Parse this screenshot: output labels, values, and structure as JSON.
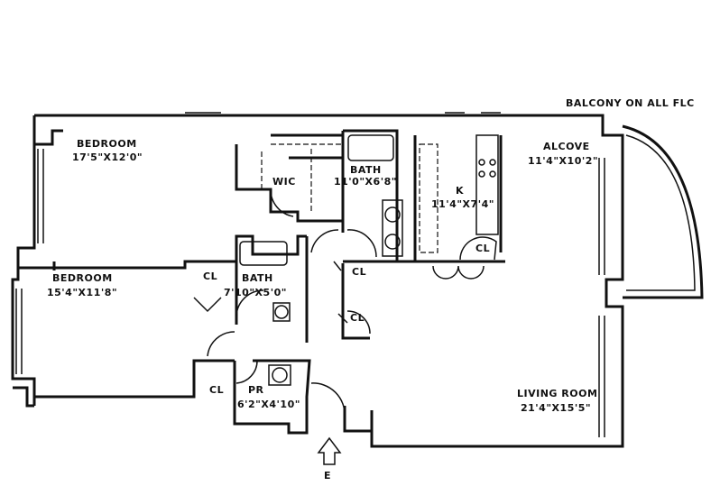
{
  "balcony_note": "BALCONY ON ALL FLC",
  "rooms": {
    "bedroom1": {
      "name": "BEDROOM",
      "dims": "17'5\"X12'0\""
    },
    "wic": {
      "name": "WIC"
    },
    "bath1": {
      "name": "BATH",
      "dims": "11'0\"X6'8\""
    },
    "kitchen": {
      "name": "K",
      "dims": "11'4\"X7'4\""
    },
    "alcove": {
      "name": "ALCOVE",
      "dims": "11'4\"X10'2\""
    },
    "bedroom2": {
      "name": "BEDROOM",
      "dims": "15'4\"X11'8\""
    },
    "bath2": {
      "name": "BATH",
      "dims": "7'10\"X5'0\""
    },
    "powder": {
      "name": "PR",
      "dims": "6'2\"X4'10\""
    },
    "living": {
      "name": "LIVING ROOM",
      "dims": "21'4\"X15'5\""
    }
  },
  "closets": [
    "CL",
    "CL",
    "CL",
    "CL",
    "CL"
  ],
  "entrance": "E"
}
